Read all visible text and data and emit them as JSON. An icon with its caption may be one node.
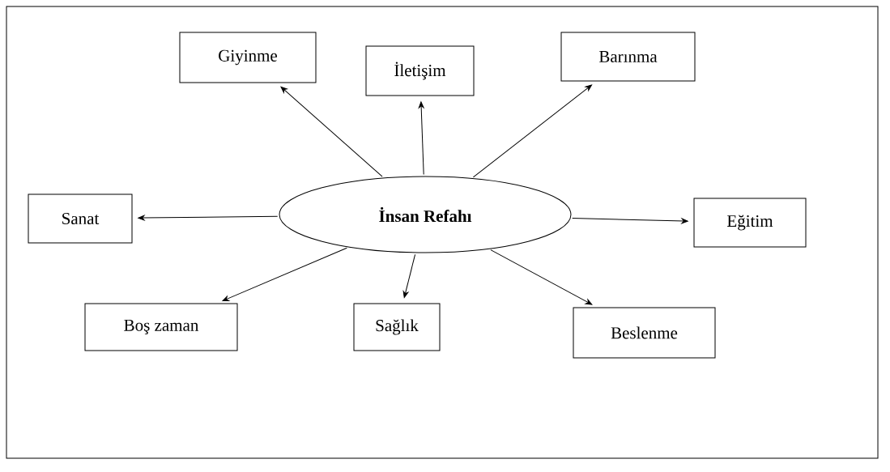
{
  "diagram": {
    "nodes": [
      {
        "text": [
          "Giyinme"
        ]
      },
      {
        "text": [
          "İletişim"
        ]
      },
      {
        "text": [
          "Barınma"
        ]
      },
      {
        "text": [
          "Sanat"
        ]
      },
      {
        "text": [
          "İnsan Refahı"
        ]
      },
      {
        "text": [
          "Eğitim"
        ]
      },
      {
        "text": [
          "Boş zaman"
        ]
      },
      {
        "text": [
          "Sağlık"
        ]
      },
      {
        "text": [
          "Beslenme"
        ]
      }
    ],
    "edges": [
      {
        "from": 4,
        "to": 0,
        "arrow": "to"
      },
      {
        "from": 4,
        "to": 1,
        "arrow": "to"
      },
      {
        "from": 4,
        "to": 2,
        "arrow": "to"
      },
      {
        "from": 4,
        "to": 3,
        "arrow": "to"
      },
      {
        "from": 4,
        "to": 5,
        "arrow": "to"
      },
      {
        "from": 4,
        "to": 6,
        "arrow": "to"
      },
      {
        "from": 4,
        "to": 7,
        "arrow": "to"
      },
      {
        "from": 4,
        "to": 8,
        "arrow": "to"
      }
    ]
  }
}
